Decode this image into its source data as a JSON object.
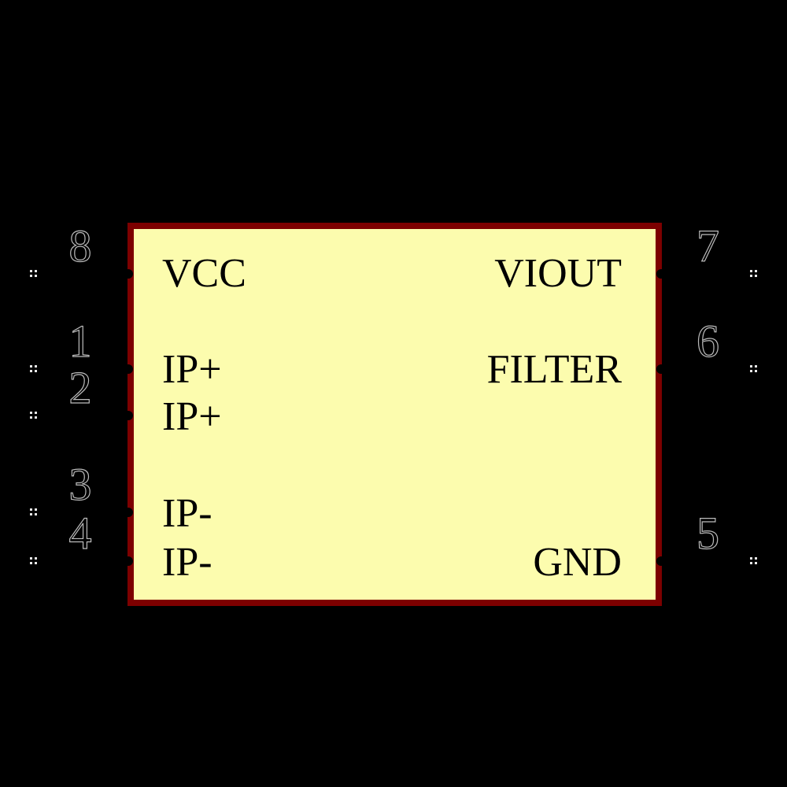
{
  "canvas": {
    "background": "#000000"
  },
  "symbol": {
    "kind": "schematic-ic-symbol",
    "body": {
      "fill": "#fcfcae",
      "stroke": "#7d0000"
    },
    "colors": {
      "pin_label": "#000000",
      "pin_number_outline": "#bbbbbb",
      "pin_end_marker": "#e8e8e8",
      "pin_line": "#000000"
    },
    "pins": {
      "left": [
        {
          "number": "8",
          "label": "VCC"
        },
        {
          "number": "1",
          "label": "IP+"
        },
        {
          "number": "2",
          "label": "IP+"
        },
        {
          "number": "3",
          "label": "IP-"
        },
        {
          "number": "4",
          "label": "IP-"
        }
      ],
      "right": [
        {
          "number": "7",
          "label": "VIOUT"
        },
        {
          "number": "6",
          "label": "FILTER"
        },
        {
          "number": "5",
          "label": "GND"
        }
      ]
    }
  }
}
